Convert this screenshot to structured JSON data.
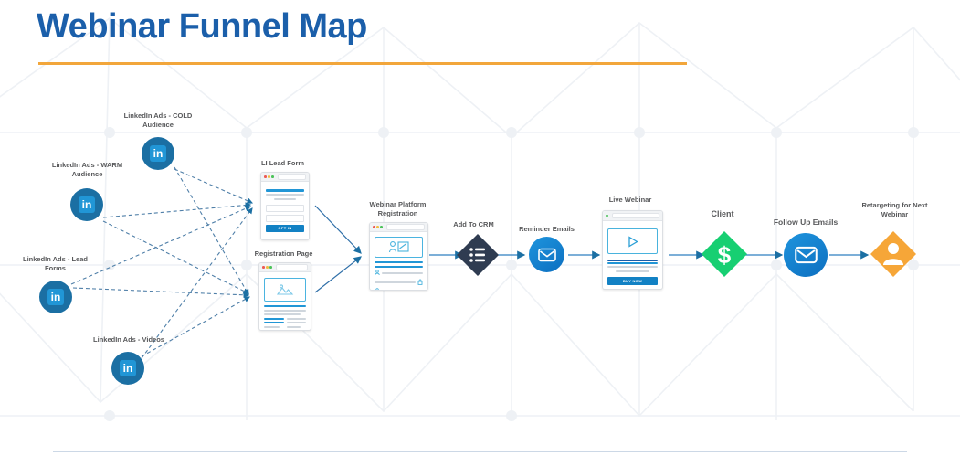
{
  "page": {
    "title": "Webinar Funnel Map",
    "accent_blue": "#1b5faa",
    "accent_orange": "#f2a63b",
    "link_blue": "#1b6fa3",
    "green": "#17cf72",
    "navy": "#2f3c51"
  },
  "sources": [
    {
      "label": "LinkedIn Ads - COLD\nAudience",
      "icon": "linkedin-icon",
      "glyph": "in"
    },
    {
      "label": "LinkedIn Ads - WARM\nAudience",
      "icon": "linkedin-icon",
      "glyph": "in"
    },
    {
      "label": "LinkedIn Ads - Lead\nForms",
      "icon": "linkedin-icon",
      "glyph": "in"
    },
    {
      "label": "LinkedIn Ads - Videos",
      "icon": "linkedin-icon",
      "glyph": "in"
    }
  ],
  "pages": {
    "lead_form": {
      "label": "LI Lead Form",
      "cta": "OPT IN"
    },
    "registration": {
      "label": "Registration Page"
    },
    "platform": {
      "label": "Webinar Platform\nRegistration"
    },
    "webinar": {
      "label": "Live Webinar",
      "cta": "BUY NOW"
    }
  },
  "steps": {
    "crm": {
      "label": "Add To CRM",
      "icon": "list-icon",
      "shape": "diamond",
      "color": "#2f3c51"
    },
    "reminder": {
      "label": "Reminder Emails",
      "icon": "envelope-icon",
      "shape": "circle",
      "color": "#0d7fc8"
    },
    "client": {
      "label": "Client",
      "icon": "dollar-icon",
      "shape": "diamond",
      "color": "#17cf72"
    },
    "followup": {
      "label": "Follow Up Emails",
      "icon": "envelope-icon",
      "shape": "circle",
      "color": "#0d7fc8"
    },
    "retargeting": {
      "label": "Retargeting for Next\nWebinar",
      "icon": "person-icon",
      "shape": "diamond",
      "color": "#f6a638"
    }
  }
}
